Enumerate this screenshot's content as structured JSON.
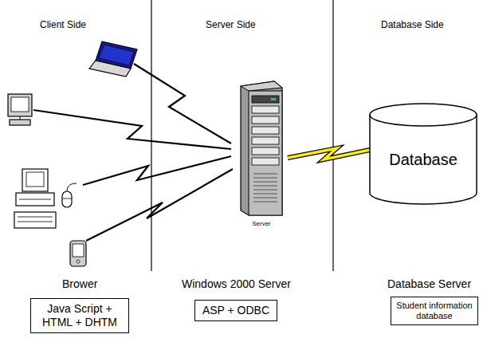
{
  "diagram": {
    "nodes": [
      {
        "text": [
          "Server"
        ]
      },
      {
        "text": [
          "Database"
        ]
      },
      {
        "text": [
          "Java Script + HTML + DHTM"
        ]
      },
      {
        "text": [
          "ASP + ODBC"
        ]
      },
      {
        "text": [
          "Student information database"
        ]
      }
    ],
    "edges": [
      {
        "from": 0,
        "to": 1,
        "arrow": "none"
      }
    ],
    "labels": [
      "Client Side",
      "Server Side",
      "Database Side",
      "Brower",
      "Windows 2000 Server",
      "Database Server"
    ]
  }
}
